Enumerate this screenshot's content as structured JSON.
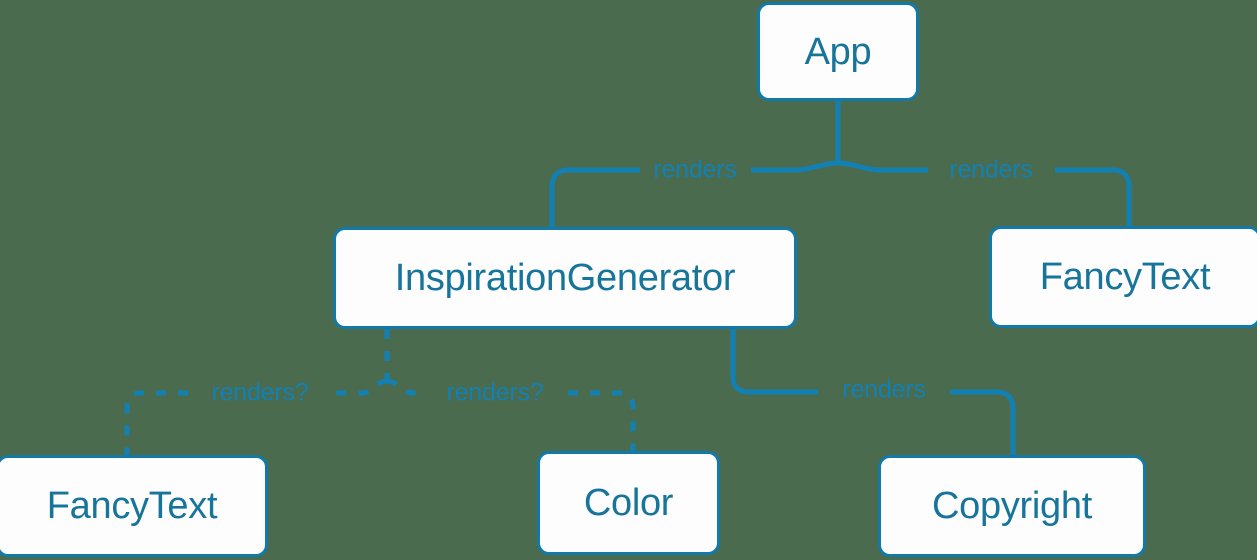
{
  "diagram": {
    "type": "component-tree",
    "background_color": "#4a6b4e",
    "node_fill_color": "#fdfdfd",
    "node_border_color": "#1279a8",
    "text_color": "#17749a",
    "edge_color": "#1380b4",
    "nodes": [
      {
        "id": "app",
        "label": "App"
      },
      {
        "id": "inspgen",
        "label": "InspirationGenerator"
      },
      {
        "id": "fancytext_right",
        "label": "FancyText"
      },
      {
        "id": "fancytext_left",
        "label": "FancyText"
      },
      {
        "id": "color",
        "label": "Color"
      },
      {
        "id": "copyright",
        "label": "Copyright"
      }
    ],
    "edges": [
      {
        "from": "app",
        "to": "inspgen",
        "label": "renders",
        "style": "solid"
      },
      {
        "from": "app",
        "to": "fancytext_right",
        "label": "renders",
        "style": "solid"
      },
      {
        "from": "inspgen",
        "to": "fancytext_left",
        "label": "renders?",
        "style": "dashed"
      },
      {
        "from": "inspgen",
        "to": "color",
        "label": "renders?",
        "style": "dashed"
      },
      {
        "from": "inspgen",
        "to": "copyright",
        "label": "renders",
        "style": "solid"
      }
    ]
  }
}
